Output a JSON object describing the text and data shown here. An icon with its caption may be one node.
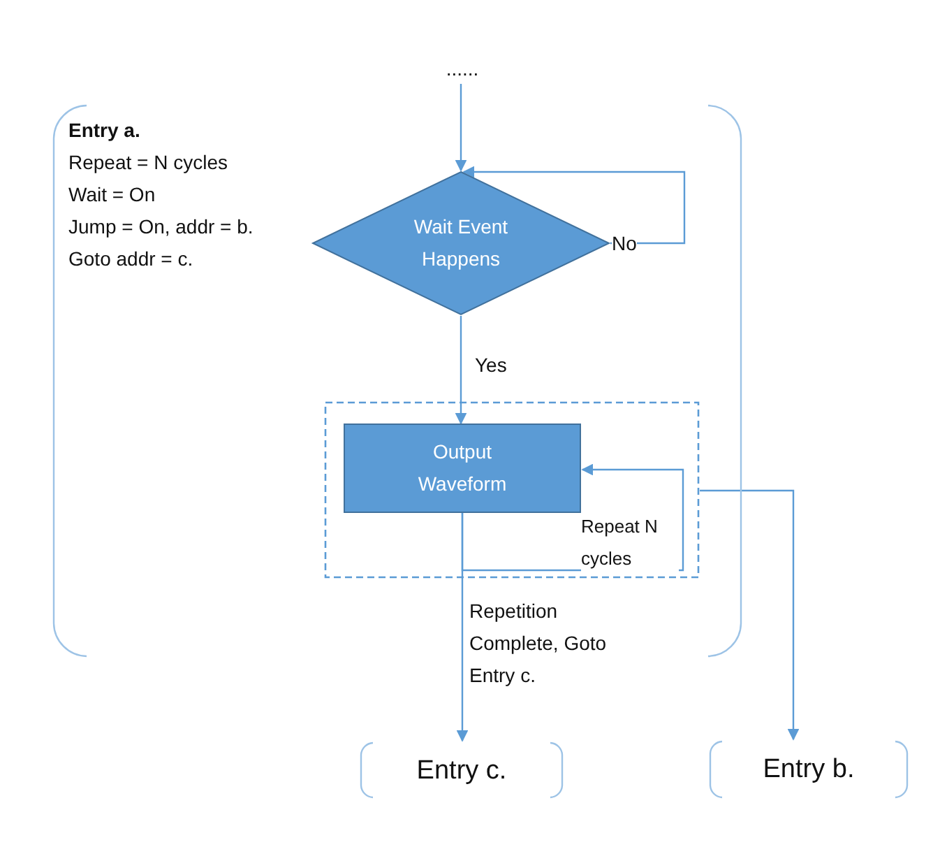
{
  "diagram": {
    "nodes": [
      {
        "text": [
          "Entry a.",
          "Repeat = N cycles",
          "Wait = On",
          "Jump = On, addr = b.",
          "Goto addr = c."
        ]
      },
      {
        "text": [
          "......"
        ]
      },
      {
        "text": [
          "Wait Event Happens"
        ],
        "in": 0
      },
      {
        "text": [],
        "shape": "box",
        "in": 0
      },
      {
        "text": [
          "Output Waveform"
        ],
        "in": 3
      },
      {
        "text": [
          "Entry c."
        ]
      },
      {
        "text": [
          "Entry b."
        ]
      }
    ],
    "edges": [
      {
        "from": 1,
        "to": 2,
        "arrow": "to"
      },
      {
        "from": 2,
        "to": 2,
        "arrow": "to",
        "label": "No"
      },
      {
        "from": 2,
        "to": 4,
        "arrow": "to",
        "label": "Yes"
      },
      {
        "from": 4,
        "to": 4,
        "arrow": "to",
        "label": "Repeat N cycles"
      },
      {
        "from": 4,
        "to": 5,
        "arrow": "to",
        "label": "Repetition Complete, Goto Entry c."
      },
      {
        "from": 3,
        "to": 6,
        "arrow": "to"
      }
    ]
  }
}
